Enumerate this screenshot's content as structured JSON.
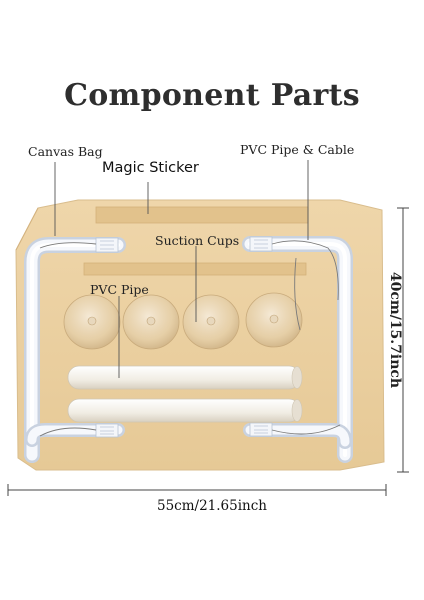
{
  "title": "Component Parts",
  "labels": {
    "canvas_bag": "Canvas Bag",
    "magic_sticker": "Magic Sticker",
    "pvc_pipe_cable": "PVC Pipe & Cable",
    "suction_cups": "Suction Cups",
    "pvc_pipe": "PVC Pipe"
  },
  "dimensions": {
    "height": "40cm/15.7inch",
    "width": "55cm/21.65inch"
  },
  "colors": {
    "canvas": "#ecd2a4",
    "sticker": "#e2c08a",
    "pipe": "#eef2f8",
    "text": "#2e2e2e"
  }
}
